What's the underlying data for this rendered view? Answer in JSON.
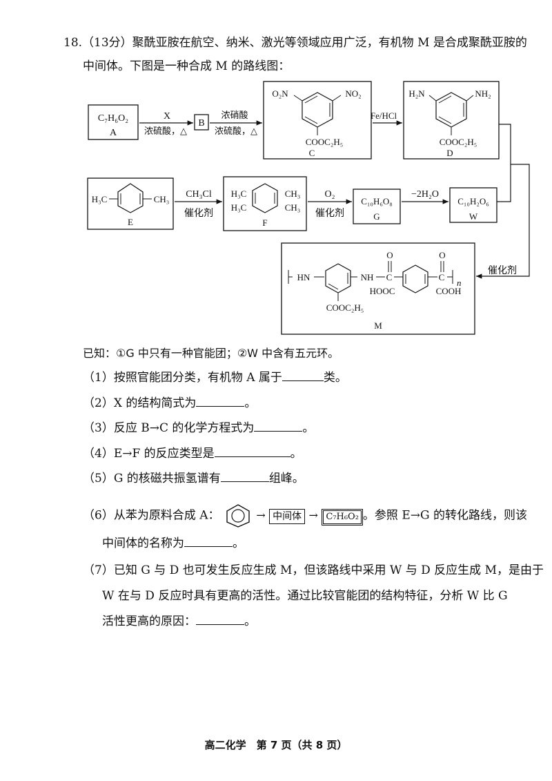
{
  "question": {
    "line1": "18.（13分）聚酰亚胺在航空、纳米、激光等领域应用广泛，有机物 M 是合成聚酰亚胺的",
    "line2": "中间体。下图是一种合成 M 的路线图："
  },
  "scheme": {
    "A_formula": "C₇H₆O₂",
    "A_label": "A",
    "arrow1_top": "X",
    "arrow1_bottom": "浓硫酸，△",
    "B_label": "B",
    "arrow2_top": "浓硝酸",
    "arrow2_bottom": "浓硫酸，△",
    "C_left": "O₂N",
    "C_right": "NO₂",
    "C_sub": "COOC₂H₅",
    "C_label": "C",
    "arrow3_top": "Fe/HCl",
    "D_left": "H₂N",
    "D_right": "NH₂",
    "D_sub": "COOC₂H₅",
    "D_label": "D",
    "E_left": "H₃C",
    "E_right": "CH₃",
    "E_label": "E",
    "arrow4_top": "CH₃Cl",
    "arrow4_bottom": "催化剂",
    "F_ch3_tl": "H₃C",
    "F_ch3_bl": "H₃C",
    "F_ch3_tr": "CH₃",
    "F_ch3_br": "CH₃",
    "F_label": "F",
    "arrow5_top": "O₂",
    "arrow5_bottom": "催化剂",
    "G_formula": "C₁₀H₆O₈",
    "G_label": "G",
    "arrow6_top": "−2H₂O",
    "W_formula": "C₁₀H₂O₆",
    "W_label": "W",
    "arrow7_label": "催化剂",
    "M_hn": "HN",
    "M_nh": "NH",
    "M_c1": "C",
    "M_c2": "C",
    "M_o1": "O",
    "M_o2": "O",
    "M_n": "n",
    "M_hooc": "HOOC",
    "M_cooh": "COOH",
    "M_sub": "COOC₂H₅",
    "M_label": "M"
  },
  "known": "已知：①G 中只有一种官能团；②W 中含有五元环。",
  "items": {
    "q1a": "（1）按照官能团分类，有机物 A 属于",
    "q1b": "类。",
    "q2a": "（2）X 的结构简式为",
    "q2b": "。",
    "q3a": "（3）反应 B→C 的化学方程式为",
    "q3b": "。",
    "q4a": "（4）E→F 的反应类型是",
    "q4b": "。",
    "q5a": "（5）G 的核磁共振氢谱有",
    "q5b": "组峰。",
    "q6a": "（6）从苯为原料合成 A：",
    "q6box1": "中间体",
    "q6box2": "C₇H₆O₂",
    "q6b": "。参照 E→G 的转化路线，则该",
    "q6c": "中间体的名称为",
    "q6d": "。",
    "q7a": "（7）已知 G 与 D 也可发生反应生成 M，但该路线中采用 W 与 D 反应生成 M，是由于",
    "q7b": "W 在与 D 反应时具有更高的活性。通过比较官能团的结构特征，分析 W 比 G",
    "q7c": "活性更高的原因：",
    "q7d": "。"
  },
  "footer": "高二化学　第 7 页（共 8 页）"
}
